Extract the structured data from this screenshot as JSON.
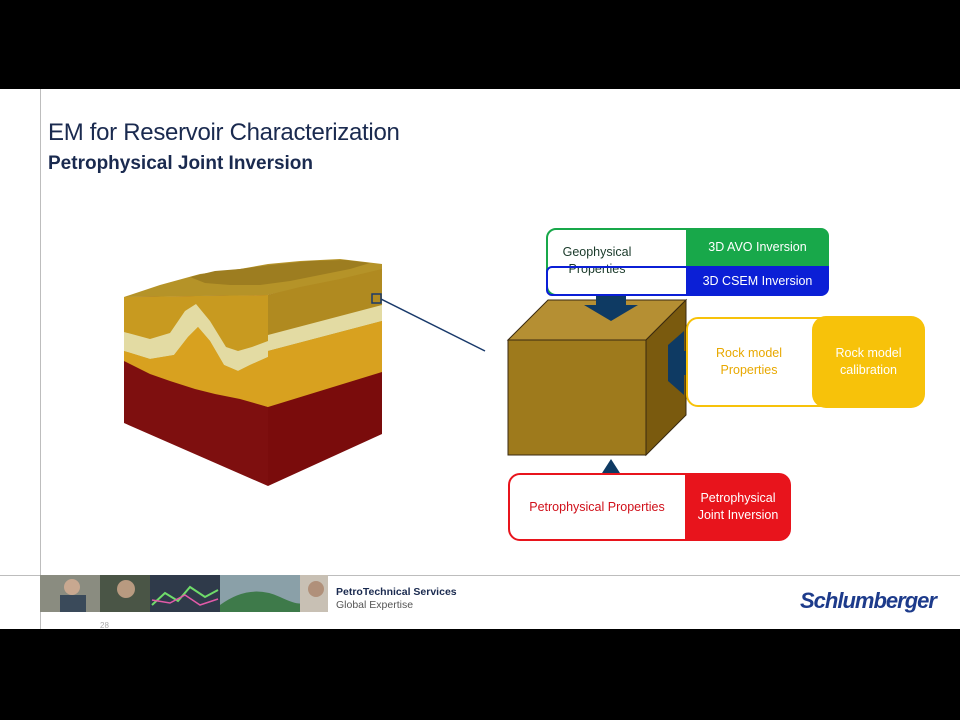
{
  "slide": {
    "title": "EM for Reservoir Characterization",
    "subtitle": "Petrophysical Joint Inversion"
  },
  "diagram": {
    "geophysical": {
      "label": "Geophysical Properties",
      "avo": "3D AVO Inversion",
      "csem": "3D CSEM Inversion"
    },
    "rock_model": {
      "label": "Rock model Properties",
      "calibration": "Rock model calibration"
    },
    "petrophysical": {
      "label": "Petrophysical Properties",
      "inversion": "Petrophysical Joint Inversion"
    }
  },
  "footer": {
    "services": "PetroTechnical Services",
    "expertise": "Global Expertise",
    "logo": "Schlumberger",
    "page_number": "28"
  },
  "colors": {
    "title": "#1a2a4f",
    "avo_green": "#18a84a",
    "csem_blue": "#0b1fd6",
    "calibration_gold": "#f7c20a",
    "pji_red": "#e8141c",
    "cube_front": "#9e7a1c",
    "arrow_navy": "#0e3a63"
  }
}
